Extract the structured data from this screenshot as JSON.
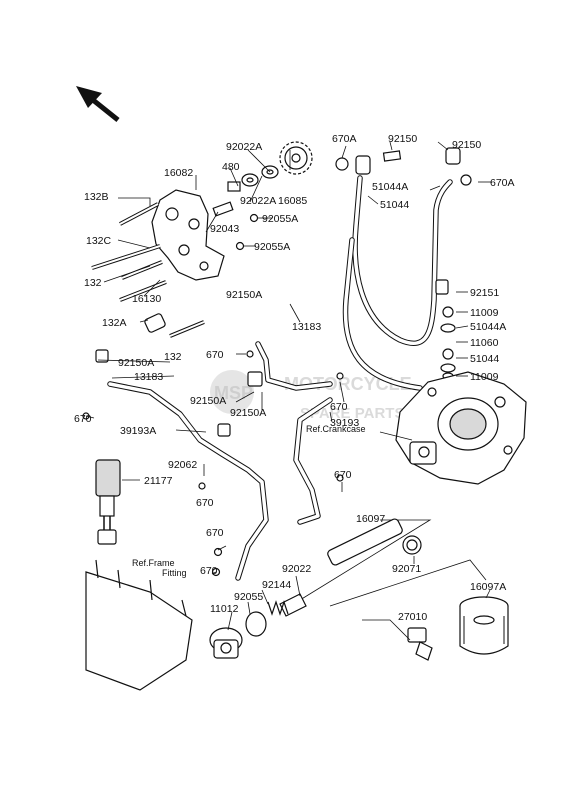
{
  "labels": {
    "p670A_top": "670A",
    "p92150_a": "92150",
    "p92150_b": "92150",
    "p670A_right": "670A",
    "p51044A_top": "51044A",
    "p51044_top": "51044",
    "p92022A_top": "92022A",
    "p480": "480",
    "p16082": "16082",
    "p92022A_mid": "92022A",
    "p16085": "16085",
    "p132B": "132B",
    "p92043": "92043",
    "p92055A_a": "92055A",
    "p132C": "132C",
    "p92055A_b": "92055A",
    "p132_a": "132",
    "p16130": "16130",
    "p92150A_a": "92150A",
    "p13183_a": "13183",
    "p132A": "132A",
    "p132_b": "132",
    "p670_a": "670",
    "p92150A_b": "92150A",
    "p13183_b": "13183",
    "p92150A_c": "92150A",
    "p92150A_d": "92150A",
    "p670_b": "670",
    "p39193A": "39193A",
    "p92062": "92062",
    "p670_c": "670",
    "p39193": "39193",
    "p670_d": "670",
    "p21177": "21177",
    "p670_e": "670",
    "p670_f": "670",
    "p670_g": "670",
    "p92151": "92151",
    "p11009_a": "11009",
    "p51044A_mid": "51044A",
    "p11060": "11060",
    "p51044_mid": "51044",
    "p11009_b": "11009",
    "p16097": "16097",
    "p92022": "92022",
    "p92071": "92071",
    "p92144": "92144",
    "p92055": "92055",
    "p11012": "11012",
    "p27010": "27010",
    "p16097A": "16097A"
  },
  "refs": {
    "crankcase": "Ref.Crankcase",
    "frame_line1": "Ref.Frame",
    "frame_line2": "Fitting"
  },
  "watermark": {
    "line1": "MOTORCYCLE",
    "line2": "SPARE PARTS",
    "badge": "MSP"
  },
  "icons": {
    "orientation": "front-direction-arrow-icon"
  }
}
